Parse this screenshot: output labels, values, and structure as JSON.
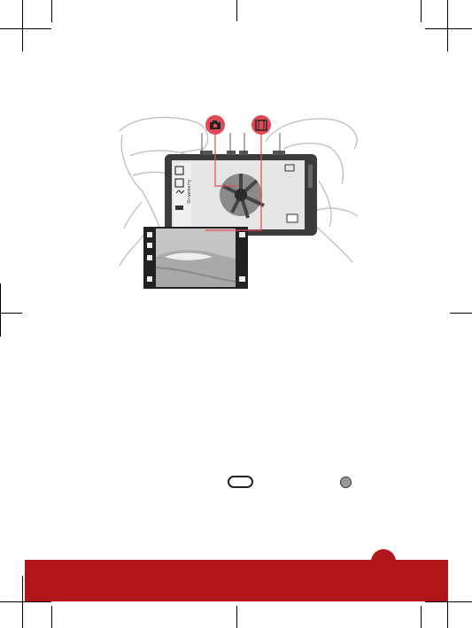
{
  "page": {
    "background": "#ffffff",
    "accent_color": "#b1161a",
    "page_number": ""
  },
  "illustration": {
    "callouts": [
      {
        "name": "camera-mode-callout",
        "icon": "camera-icon",
        "color": "#e04a56"
      },
      {
        "name": "video-mode-callout",
        "icon": "film-strip-icon",
        "color": "#e04a56"
      }
    ],
    "viewfinder_text": "Strawberry"
  },
  "inline_icons": [
    {
      "name": "home-button-icon"
    },
    {
      "name": "circle-indicator-icon"
    }
  ]
}
